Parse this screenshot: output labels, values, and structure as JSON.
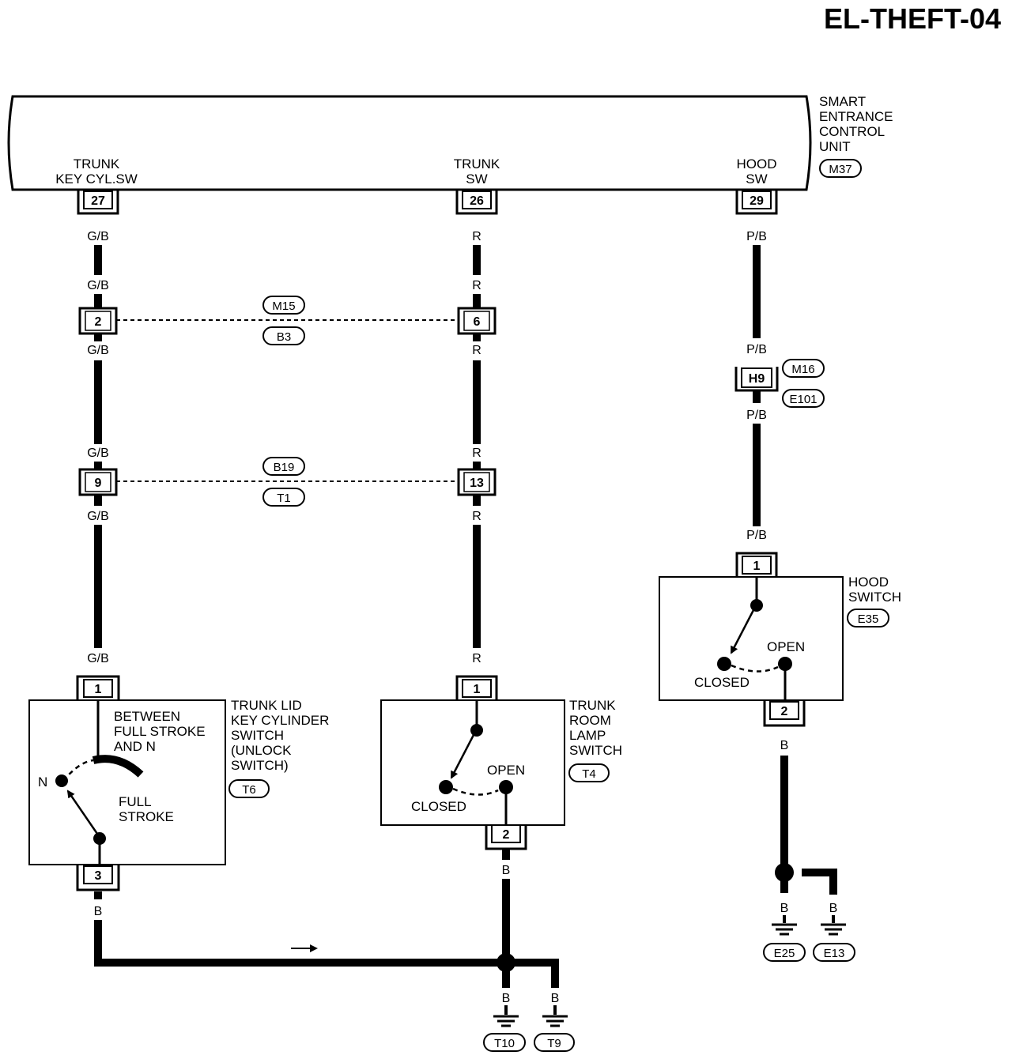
{
  "page_title": "EL-THEFT-04",
  "control_unit": {
    "name": [
      "SMART",
      "ENTRANCE",
      "CONTROL",
      "UNIT"
    ],
    "connector": "M37",
    "terminals": {
      "trunk_key": {
        "label": [
          "TRUNK",
          "KEY CYL.SW"
        ],
        "pin": "27"
      },
      "trunk_sw": {
        "label": [
          "TRUNK",
          "SW"
        ],
        "pin": "26"
      },
      "hood_sw": {
        "label": [
          "HOOD",
          "SW"
        ],
        "pin": "29"
      }
    }
  },
  "wires": {
    "trunk_key": "G/B",
    "trunk_sw": "R",
    "hood_sw": "P/B",
    "ground": "B"
  },
  "joint_connectors": {
    "m15_b3": {
      "top": "M15",
      "bottom": "B3",
      "pin_left": "2",
      "pin_right": "6"
    },
    "b19_t1": {
      "top": "B19",
      "bottom": "T1",
      "pin_left": "9",
      "pin_right": "13"
    },
    "m16_e101": {
      "top": "M16",
      "bottom": "E101",
      "pin": "H9"
    }
  },
  "components": {
    "trunk_lid_key_switch": {
      "name": [
        "TRUNK LID",
        "KEY CYLINDER",
        "SWITCH",
        "(UNLOCK",
        "SWITCH)"
      ],
      "connector": "T6",
      "pin_top": "1",
      "pin_bottom": "3",
      "position_labels": {
        "between": [
          "BETWEEN",
          "FULL STROKE",
          "AND N"
        ],
        "n": "N",
        "full": [
          "FULL",
          "STROKE"
        ]
      }
    },
    "trunk_room_lamp_switch": {
      "name": [
        "TRUNK",
        "ROOM",
        "LAMP",
        "SWITCH"
      ],
      "connector": "T4",
      "pin_top": "1",
      "pin_bottom": "2",
      "open": "OPEN",
      "closed": "CLOSED"
    },
    "hood_switch": {
      "name": [
        "HOOD",
        "SWITCH"
      ],
      "connector": "E35",
      "pin_top": "1",
      "pin_bottom": "2",
      "open": "OPEN",
      "closed": "CLOSED"
    }
  },
  "grounds": {
    "trunk": [
      "T10",
      "T9"
    ],
    "hood": [
      "E25",
      "E13"
    ]
  }
}
